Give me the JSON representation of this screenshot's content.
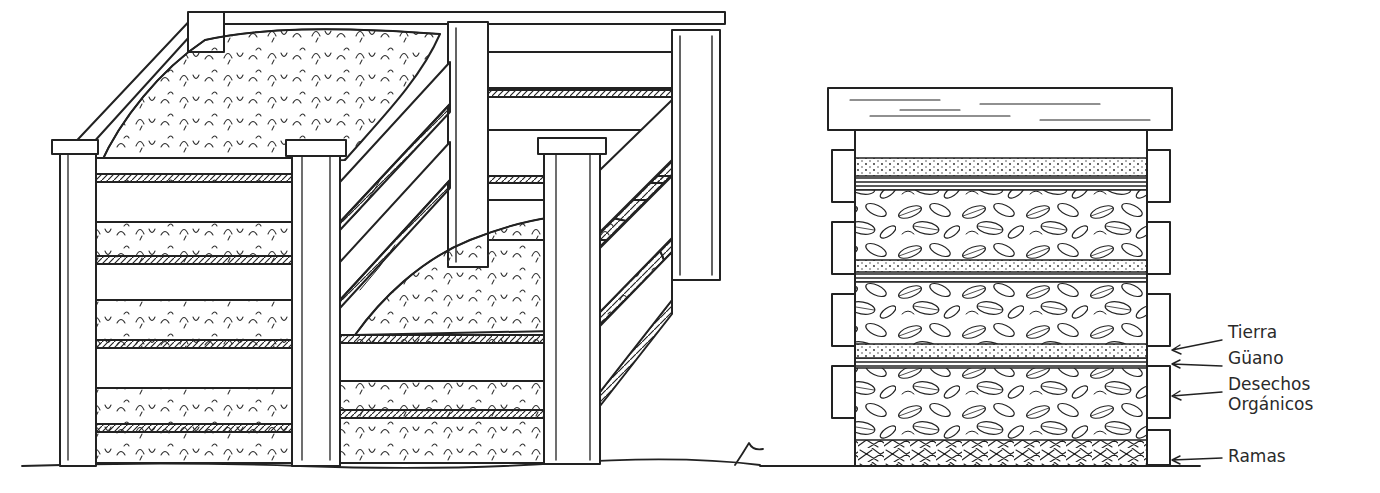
{
  "diagram": {
    "labels": [
      "Tierra",
      "Güano",
      "Desechos Orgánicos",
      "Ramas"
    ]
  }
}
